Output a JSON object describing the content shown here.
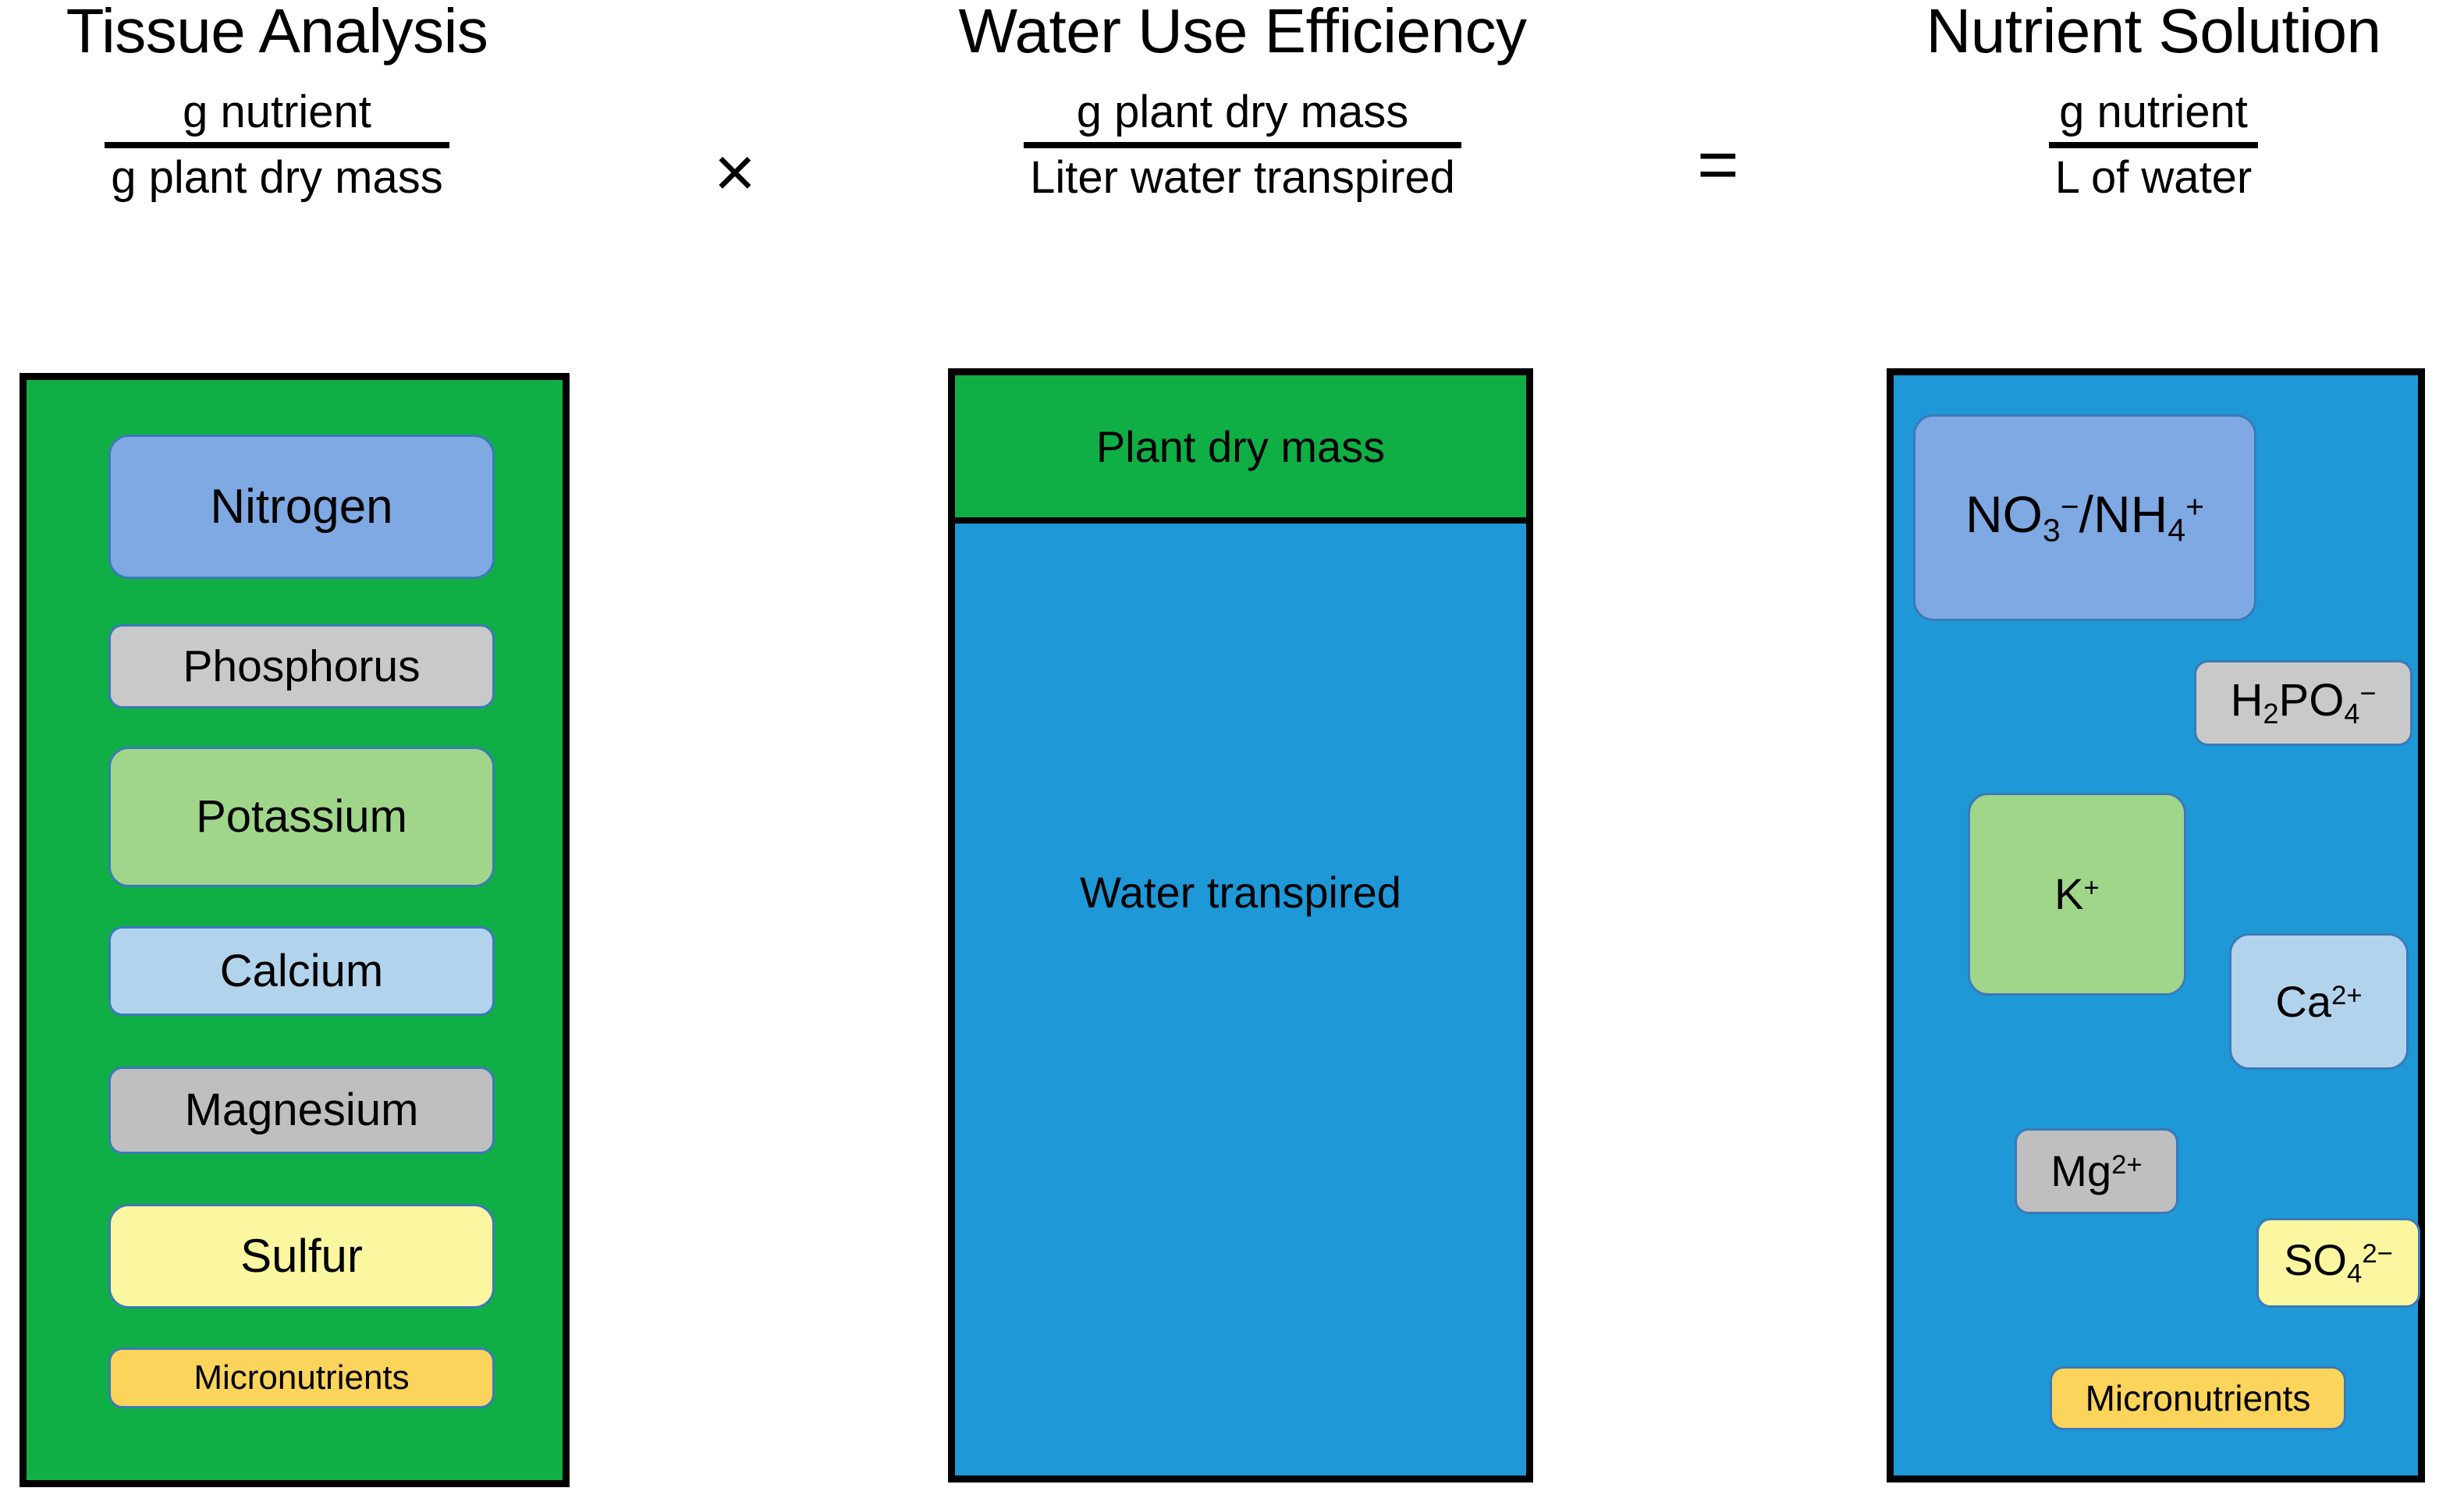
{
  "figure": {
    "type": "conceptual-equation-diagram",
    "equation": "Tissue Analysis × Water Use Efficiency = Nutrient Solution"
  },
  "columns": [
    {
      "key": "tissue_analysis",
      "title": "Tissue Analysis",
      "fraction": {
        "numerator": "g nutrient",
        "denominator": "g plant dry mass"
      },
      "panel_color": "#0FAF45"
    },
    {
      "key": "water_use_efficiency",
      "title": "Water Use Efficiency",
      "fraction": {
        "numerator": "g plant dry mass",
        "denominator": "Liter water transpired"
      },
      "panel_color": "#1E98D7"
    },
    {
      "key": "nutrient_solution",
      "title": "Nutrient Solution",
      "fraction": {
        "numerator": "g nutrient",
        "denominator": "L of water"
      },
      "panel_color": "#1E98D7"
    }
  ],
  "operators": {
    "multiply": "×",
    "equals": "="
  },
  "tissue_panel": {
    "items": [
      {
        "label": "Nitrogen",
        "fill": "#7FA9E3"
      },
      {
        "label": "Phosphorus",
        "fill": "#C9C9C9"
      },
      {
        "label": "Potassium",
        "fill": "#A0D68A"
      },
      {
        "label": "Calcium",
        "fill": "#B2D3EC"
      },
      {
        "label": "Magnesium",
        "fill": "#BFBFBF"
      },
      {
        "label": "Sulfur",
        "fill": "#FAF7A0"
      },
      {
        "label": "Micronutrients",
        "fill": "#FBD45C"
      }
    ]
  },
  "wue_panel": {
    "dry_mass_label": "Plant dry mass",
    "dry_mass_fill": "#0FAF45",
    "water_label": "Water transpired",
    "water_fill": "#1E98D7"
  },
  "solution_panel": {
    "items": [
      {
        "key": "nitrogen",
        "formula_html": "NO<sub>3</sub><sup>&minus;</sup>/NH<sub>4</sub><sup>+</sup>",
        "plain": "NO3-/NH4+",
        "fill": "#7FA9E3"
      },
      {
        "key": "phosphorus",
        "formula_html": "H<sub>2</sub>PO<sub>4</sub><sup>&minus;</sup>",
        "plain": "H2PO4-",
        "fill": "#C9C9C9"
      },
      {
        "key": "potassium",
        "formula_html": "K<sup>+</sup>",
        "plain": "K+",
        "fill": "#A0D68A"
      },
      {
        "key": "calcium",
        "formula_html": "Ca<sup>2+</sup>",
        "plain": "Ca2+",
        "fill": "#B2D3EC"
      },
      {
        "key": "magnesium",
        "formula_html": "Mg<sup>2+</sup>",
        "plain": "Mg2+",
        "fill": "#BFBFBF"
      },
      {
        "key": "sulfur",
        "formula_html": "SO<sub>4</sub><sup>2&minus;</sup>",
        "plain": "SO42-",
        "fill": "#FAF7A0"
      },
      {
        "key": "micronutrients",
        "formula_html": "Micronutrients",
        "plain": "Micronutrients",
        "fill": "#FBD45C"
      }
    ]
  },
  "colors": {
    "green": "#0FAF45",
    "water_blue": "#1E98D7",
    "chip_border": "#3A7AB8",
    "outline": "#000000",
    "background": "#FFFFFF"
  }
}
